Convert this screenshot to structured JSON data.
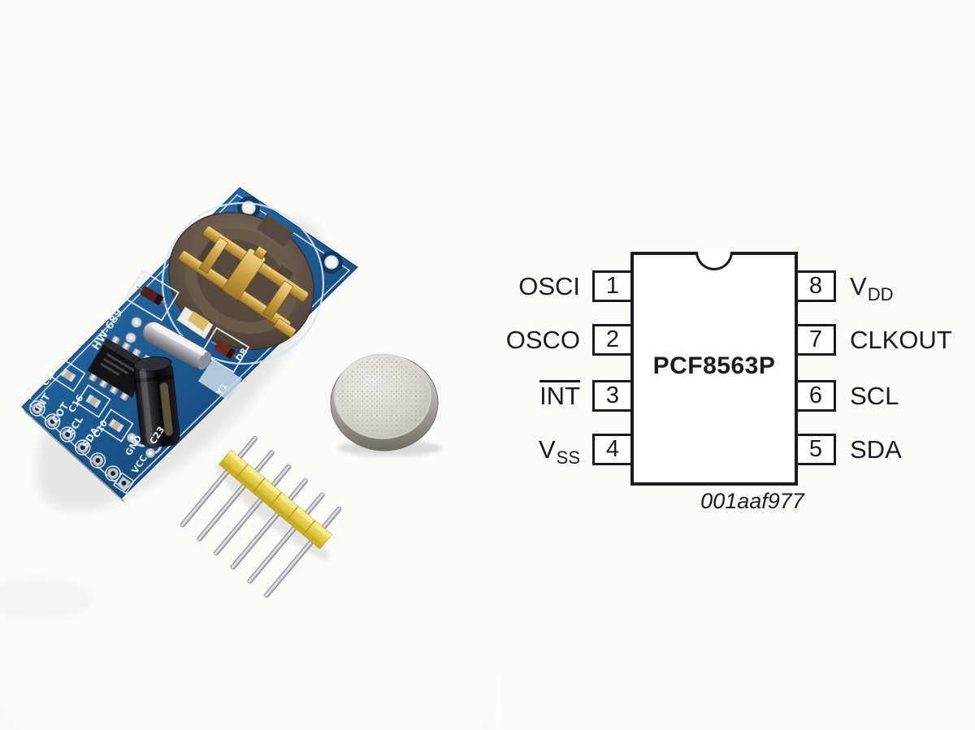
{
  "photo": {
    "description": "PCF8563 real-time-clock breakout module kit",
    "pcb": {
      "color": "#1f5e96",
      "model": "HW-689",
      "refs": {
        "j1": "J1",
        "int": "INT",
        "cot": "COT",
        "scl": "SCL",
        "sda": "SDA",
        "gnd": "GND",
        "vcc": "VCC",
        "c22": "C22",
        "c16": "C16",
        "c10": "C10",
        "c23": "C23",
        "d2": "D2",
        "d8": "D8",
        "y1": "Y1"
      }
    },
    "battery_name": "coin-cell",
    "header_pin_count": 6
  },
  "diagram": {
    "chip": "PCF8563P",
    "caption": "001aaf977",
    "pins_left": [
      {
        "num": "1",
        "label": "OSCI"
      },
      {
        "num": "2",
        "label": "OSCO"
      },
      {
        "num": "3",
        "label": "INT",
        "overline": true
      },
      {
        "num": "4",
        "label": "V",
        "sub": "SS"
      }
    ],
    "pins_right": [
      {
        "num": "8",
        "label": "V",
        "sub": "DD"
      },
      {
        "num": "7",
        "label": "CLKOUT"
      },
      {
        "num": "6",
        "label": "SCL"
      },
      {
        "num": "5",
        "label": "SDA"
      }
    ]
  }
}
